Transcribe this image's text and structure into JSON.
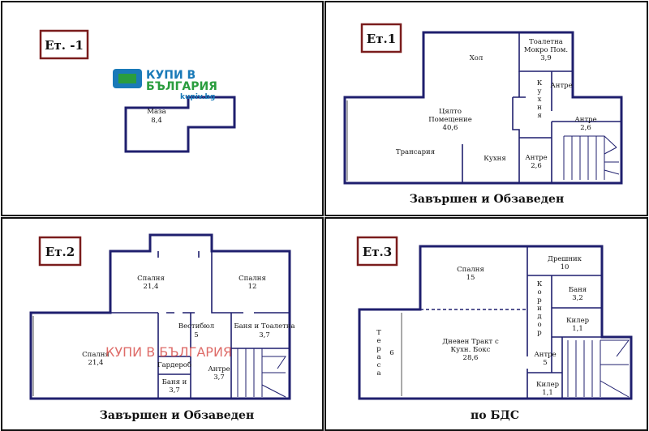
{
  "panels": {
    "floor_m1": {
      "tag": "Ет. -1",
      "rooms": {
        "basement": {
          "name": "Маза",
          "area": "8,4"
        }
      }
    },
    "floor_1": {
      "tag": "Ет.1",
      "status": "Завършен и Обзаведен",
      "rooms": {
        "hall": {
          "name": "Хол"
        },
        "total": {
          "name_1": "Цялто",
          "name_2": "Помещение",
          "area": "40,6"
        },
        "terrace": {
          "name": "Трансария"
        },
        "kitchen": {
          "name": "Кухня"
        },
        "kitchen_v": {
          "letters": [
            "К",
            "у",
            "х",
            "н",
            "я"
          ]
        },
        "toilet": {
          "name_1": "Тоалетна",
          "name_2": "Мокро Пом.",
          "area": "3,9"
        },
        "antre_top": {
          "name": "Антре"
        },
        "antre_right": {
          "name": "Антре",
          "area": "2,6"
        },
        "antre_bottom": {
          "name": "Антре",
          "area": "2,6"
        }
      }
    },
    "floor_2": {
      "tag": "Ет.2",
      "status": "Завършен и Обзаведен",
      "rooms": {
        "bedroom_1": {
          "name": "Спалня",
          "area": "21,4"
        },
        "bedroom_2": {
          "name": "Спалня",
          "area": "12"
        },
        "bedroom_3": {
          "name": "Спалня",
          "area": "21,4"
        },
        "vestibule": {
          "name": "Вестибюл",
          "area": "5"
        },
        "bath_toilet": {
          "name": "Баня и Тоалетна",
          "area": "3,7"
        },
        "wardrobe": {
          "name": "Гардероб"
        },
        "bath": {
          "name": "Баня и",
          "area": "3,7"
        },
        "antre": {
          "name": "Антре",
          "area": "3,7"
        }
      }
    },
    "floor_3": {
      "tag": "Ет.3",
      "status": "по БДС",
      "rooms": {
        "bedroom": {
          "name": "Спалня",
          "area": "15"
        },
        "drenik": {
          "name": "Дрешник",
          "area": "10"
        },
        "corridor": {
          "letters": [
            "К",
            "о",
            "р",
            "и",
            "д",
            "о",
            "р"
          ]
        },
        "bath": {
          "name": "Баня",
          "area": "3,2"
        },
        "kiler_1": {
          "name": "Килер",
          "area": "1,1"
        },
        "day_zone": {
          "name_1": "Дневен Тракт с",
          "name_2": "Кухн. Бокс",
          "area": "28,6"
        },
        "terrace": {
          "letters": [
            "Т",
            "е",
            "р",
            "а",
            "с",
            "а"
          ],
          "area": "6"
        },
        "antre": {
          "name": "Антре",
          "area": "5"
        },
        "kiler_2": {
          "name": "Килер",
          "area": "1,1"
        }
      }
    }
  },
  "watermark": {
    "logo_line_1": "КУПИ В",
    "logo_line_2": "БЪЛГАРИЯ",
    "logo_url": "kupiv.bg",
    "overlay_text": "КУПИ В БЪЛГАРИЯ"
  },
  "colors": {
    "wall": "#1f1f6e",
    "tag_border": "#7a1c1c",
    "brand_blue": "#1a7ab8",
    "brand_green": "#2a9d3e",
    "watermark_red": "#d9534f"
  }
}
